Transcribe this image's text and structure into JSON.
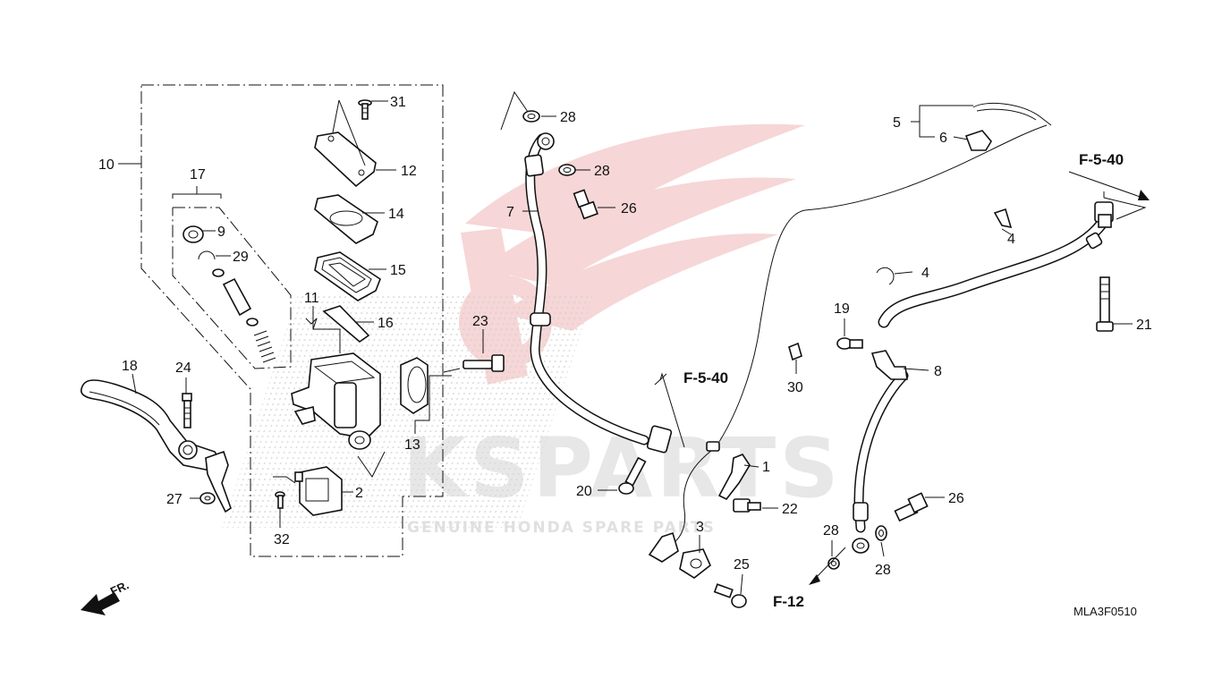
{
  "diagram": {
    "callouts": {
      "c1": "1",
      "c2": "2",
      "c3": "3",
      "c4a": "4",
      "c4b": "4",
      "c5": "5",
      "c6": "6",
      "c7": "7",
      "c8": "8",
      "c9": "9",
      "c10": "10",
      "c11": "11",
      "c12": "12",
      "c13": "13",
      "c14": "14",
      "c15": "15",
      "c16": "16",
      "c17": "17",
      "c18": "18",
      "c19": "19",
      "c20": "20",
      "c21": "21",
      "c22": "22",
      "c23": "23",
      "c24": "24",
      "c25": "25",
      "c26a": "26",
      "c26b": "26",
      "c27": "27",
      "c28a": "28",
      "c28b": "28",
      "c28c": "28",
      "c28d": "28",
      "c29": "29",
      "c30": "30",
      "c31": "31",
      "c32": "32"
    },
    "section_refs": {
      "ref_a": "F-5-40",
      "ref_b": "F-5-40",
      "ref_c": "F-12"
    },
    "direction_label": "FR.",
    "diagram_code": "MLA3F0510",
    "watermark": {
      "brand": "KSPARTS",
      "tagline": "GENUINE HONDA SPARE PARTS",
      "colors": {
        "wing": "#f3c9c9",
        "text": "#d8d8d8"
      }
    }
  }
}
